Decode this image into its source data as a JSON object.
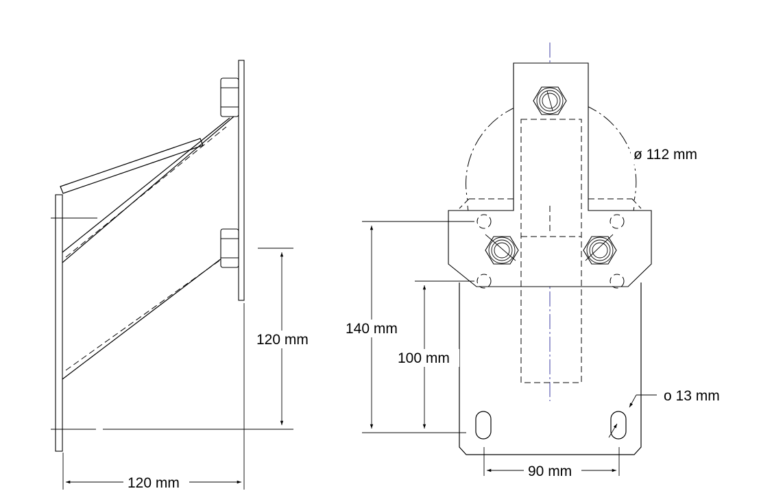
{
  "dimensions": {
    "left_width": "120 mm",
    "left_height": "120 mm",
    "right_140": "140 mm",
    "right_100": "100 mm",
    "diameter": "ø 112 mm",
    "hole": "o 13 mm",
    "slot_spacing": "90 mm"
  }
}
